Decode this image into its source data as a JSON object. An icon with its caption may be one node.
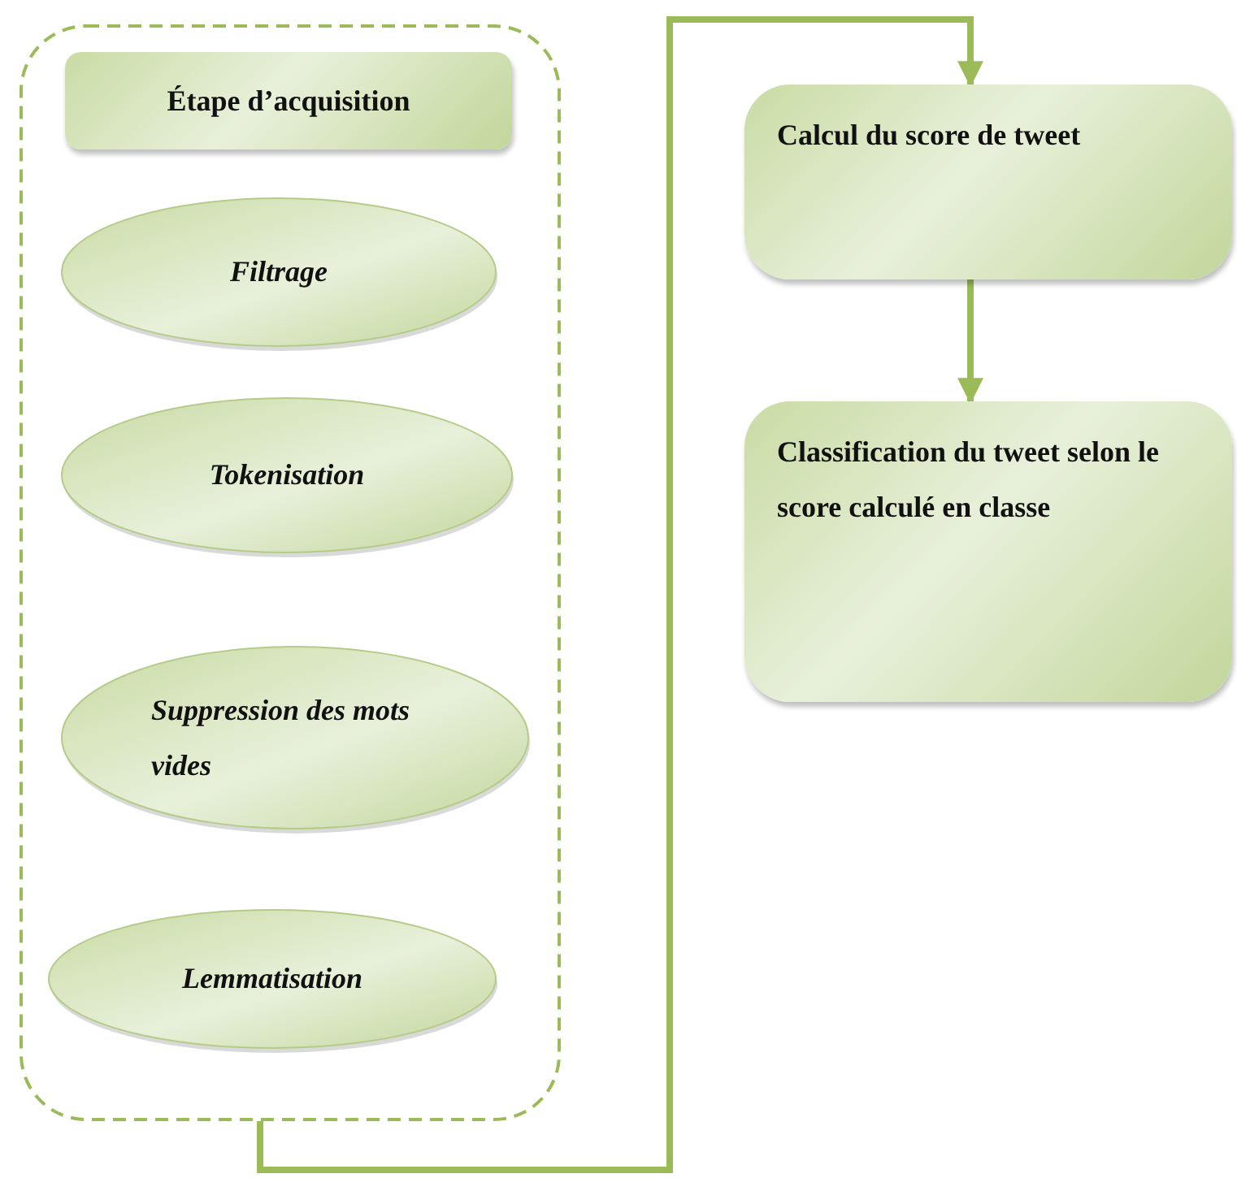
{
  "diagram": {
    "nodes": [
      {
        "text": [],
        "shape": "box"
      },
      {
        "text": [
          "Étape d’acquisition"
        ],
        "in": 0
      },
      {
        "text": [
          "Filtrage"
        ],
        "in": 0
      },
      {
        "text": [
          "Tokenisation"
        ],
        "in": 0
      },
      {
        "text": [
          "Suppression des mots vides"
        ],
        "in": 0
      },
      {
        "text": [
          "Lemmatisation"
        ],
        "in": 0
      },
      {
        "text": [
          "Calcul du score de tweet"
        ]
      },
      {
        "text": [
          "Classification du tweet selon le score calculé en classe"
        ]
      }
    ],
    "edges": [
      {
        "from": 0,
        "to": 6,
        "arrow": "to"
      },
      {
        "from": 6,
        "to": 7,
        "arrow": "to"
      }
    ]
  }
}
